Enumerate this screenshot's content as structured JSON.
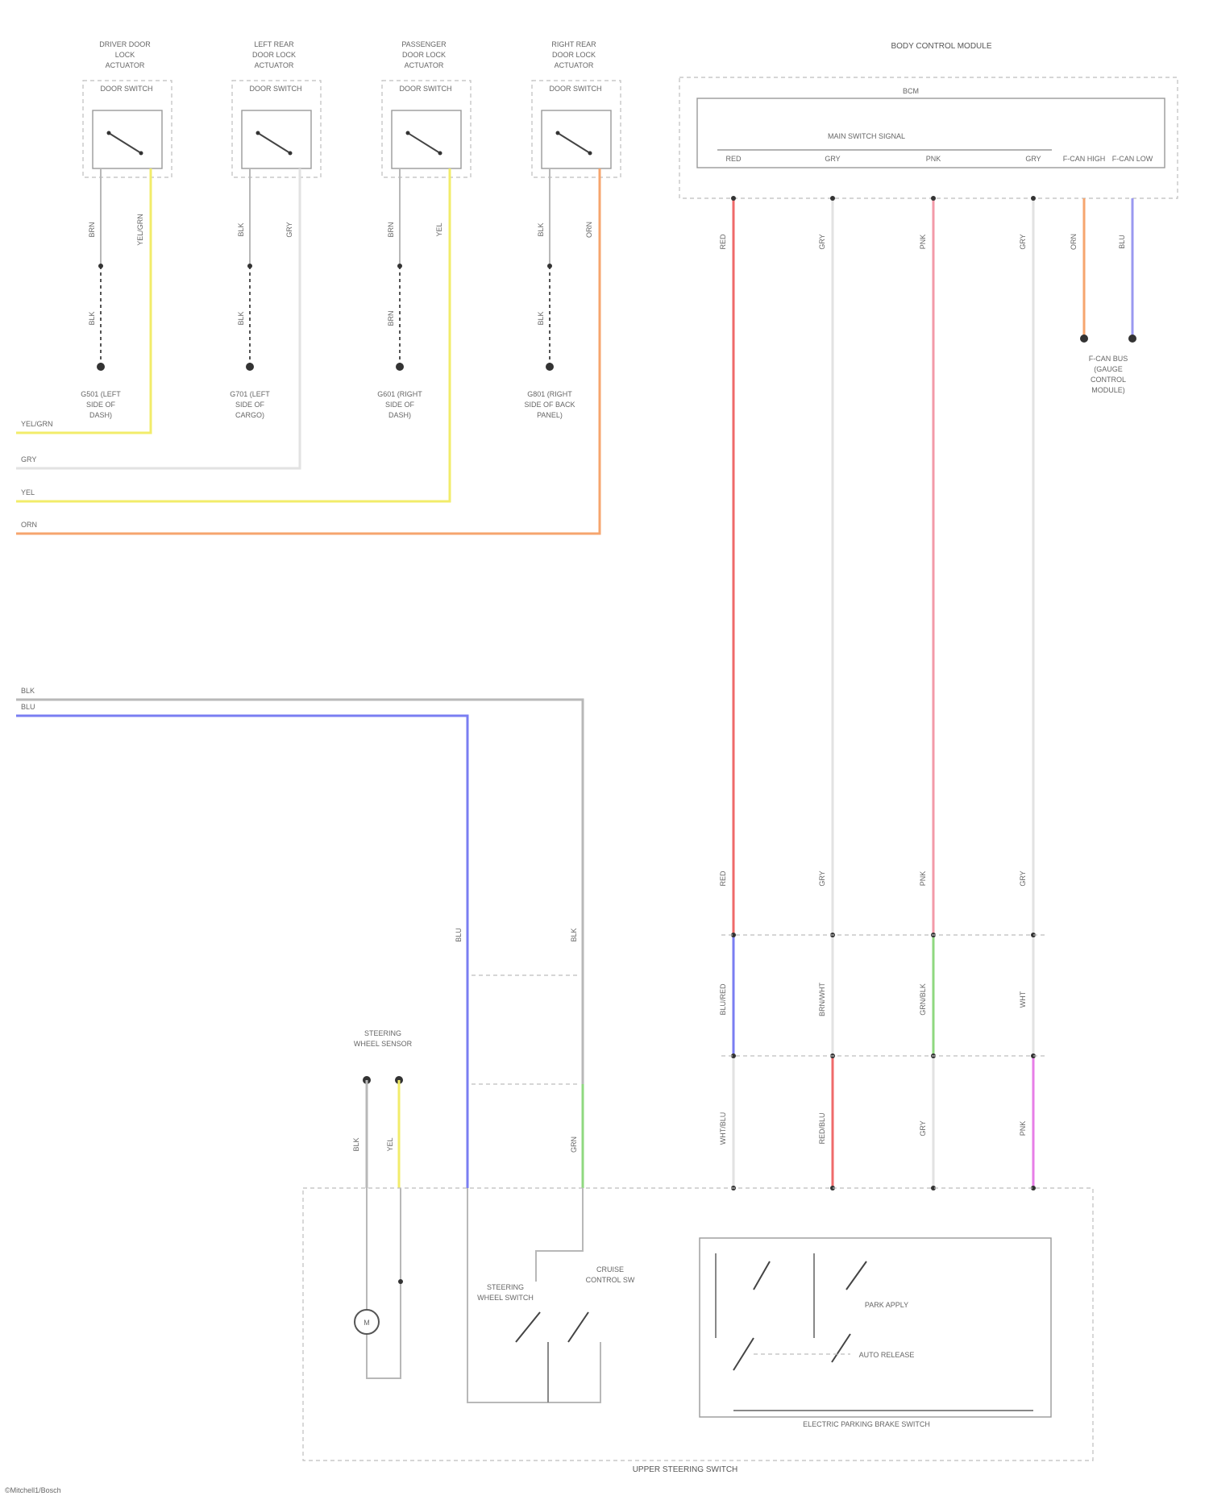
{
  "colors": {
    "yellow": "#f2ec6a",
    "orange": "#f6a56e",
    "red": "#ef6a6a",
    "pink": "#f39aa8",
    "blue": "#7a7ef2",
    "gray": "#b8b8b8",
    "light": "#e2e2e2",
    "green": "#8fd880",
    "magenta": "#e77ee7",
    "lavender": "#9a98f0",
    "black": "#555555"
  },
  "actuators": [
    {
      "title": "DRIVER DOOR LOCK ACTUATOR",
      "inner": "DOOR SWITCH",
      "wire_top_left": "BRN",
      "wire_top_right": "YEL/GRN",
      "wire_bottom": "BLK",
      "ground": "G501 (LEFT SIDE OF DASH)",
      "right_color": "yellow"
    },
    {
      "title": "LEFT REAR DOOR LOCK ACTUATOR",
      "inner": "DOOR SWITCH",
      "wire_top_left": "BLK",
      "wire_top_right": "GRY",
      "wire_bottom": "BLK",
      "ground": "G701 (LEFT SIDE OF CARGO)",
      "right_color": "light"
    },
    {
      "title": "PASSENGER DOOR LOCK ACTUATOR",
      "inner": "DOOR SWITCH",
      "wire_top_left": "BRN",
      "wire_top_right": "YEL",
      "wire_bottom": "BRN",
      "ground": "G601 (RIGHT SIDE OF DASH)",
      "right_color": "yellow"
    },
    {
      "title": "RIGHT REAR DOOR LOCK ACTUATOR",
      "inner": "DOOR SWITCH",
      "wire_top_left": "BLK",
      "wire_top_right": "ORN",
      "wire_bottom": "BLK",
      "ground": "G801 (RIGHT SIDE OF BACK PANEL)",
      "right_color": "orange"
    }
  ],
  "left_wires": [
    {
      "label": "YEL/GRN",
      "color": "yellow"
    },
    {
      "label": "GRY",
      "color": "light"
    },
    {
      "label": "YEL",
      "color": "yellow"
    },
    {
      "label": "ORN",
      "color": "orange"
    }
  ],
  "left_wires_lower": [
    {
      "label": "BLK",
      "color": "gray"
    },
    {
      "label": "BLU",
      "color": "blue"
    }
  ],
  "module": {
    "title": "BODY CONTROL MODULE",
    "subtitle": "BCM",
    "inner": "MAIN SWITCH SIGNAL",
    "pins": [
      "RED",
      "GRY",
      "PNK",
      "GRY",
      "F-CAN HIGH",
      "F-CAN LOW"
    ]
  },
  "module_wires": [
    {
      "top": "RED",
      "mid": "BLU/RED",
      "bot": "WHT/BLU",
      "c_top": "red",
      "c_mid": "blue",
      "c_bot": "light"
    },
    {
      "top": "GRY",
      "mid": "BRN/WHT",
      "bot": "RED/BLU",
      "c_top": "light",
      "c_mid": "light",
      "c_bot": "red"
    },
    {
      "top": "PNK",
      "mid": "GRN/BLK",
      "bot": "GRY",
      "c_top": "pink",
      "c_mid": "green",
      "c_bot": "light"
    },
    {
      "top": "GRY",
      "mid": "WHT",
      "bot": "PNK",
      "c_top": "light",
      "c_mid": "light",
      "c_bot": "magenta"
    }
  ],
  "can_labels": [
    "ORN",
    "BLU"
  ],
  "can_dest": "F-CAN BUS (GAUGE CONTROL MODULE)",
  "steering": {
    "connector_title": "STEERING WHEEL SENSOR",
    "wire_left": "BLK",
    "wire_right": "YEL",
    "wire_blue": "BLU",
    "wire_gray": "BLK",
    "wire_green": "GRN",
    "horn_symbol": "M",
    "sw1": "STEERING WHEEL SWITCH",
    "sw2": "CRUISE CONTROL SW",
    "switch_box": "ELECTRIC PARKING BRAKE SWITCH",
    "sw3": "AUTO RELEASE",
    "sw4": "PARK APPLY",
    "outer": "UPPER STEERING SWITCH"
  },
  "footer": "©Mitchell1/Bosch"
}
